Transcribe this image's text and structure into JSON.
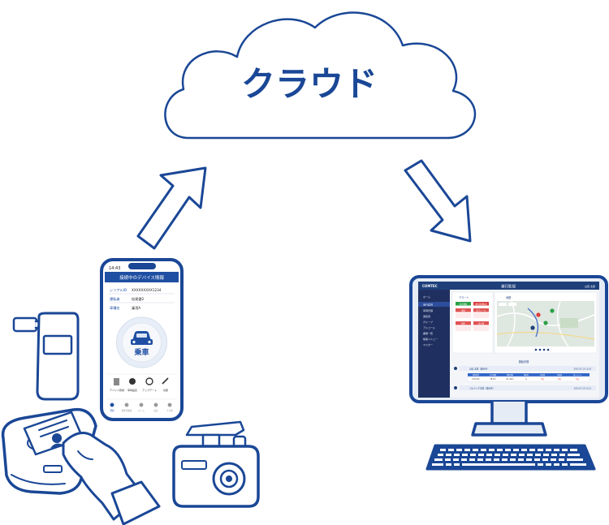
{
  "cloud": {
    "label": "クラウド"
  },
  "phone": {
    "status_time": "14:43",
    "header_title": "接続中のデバイス情報",
    "rows": [
      {
        "label": "シリアルID",
        "value": "XXXXXXXXX1234"
      },
      {
        "label": "運転者",
        "value": "松尾健2"
      },
      {
        "label": "車種名",
        "value": "乗用A"
      }
    ],
    "ride_button": "乗車",
    "menu": [
      "デバイス登録",
      "車両設定",
      "アップデート",
      "切断"
    ],
    "tabs": [
      "登録",
      "乗降車履歴",
      "ホーム",
      "設定",
      "その他"
    ]
  },
  "monitor": {
    "brand": "COMTEC",
    "title": "運行監視",
    "user": "山田 太郎",
    "sidebar": [
      "ホーム",
      "運行監視",
      "車両管理",
      "運転者",
      "グループ",
      "アルコール",
      "書類一覧",
      "帳票メニュー",
      "マスター"
    ],
    "section_alerts": "アラート",
    "section_map": "地図",
    "section_status": "運転状態",
    "alerts": [
      "安全運転",
      "要注意運転者",
      "遅延",
      "急ブレーキ",
      "検知",
      "未点検"
    ],
    "table_headers": [
      "乗車時刻",
      "走行距離",
      "運転時間",
      "運転者",
      "急加速",
      "急減速",
      "急ハンドル"
    ],
    "rows": [
      {
        "name": "山田 太郎（乗用車）",
        "date": "2021.07.15 13:25",
        "cells": [
          "9:33:21",
          "78 km",
          "0h 41m",
          "A",
          "3回",
          "0回",
          "1回"
        ]
      },
      {
        "name": "コムテック太郎（乗用車）",
        "date": "2021.07.15 13:12",
        "cells": []
      }
    ]
  }
}
